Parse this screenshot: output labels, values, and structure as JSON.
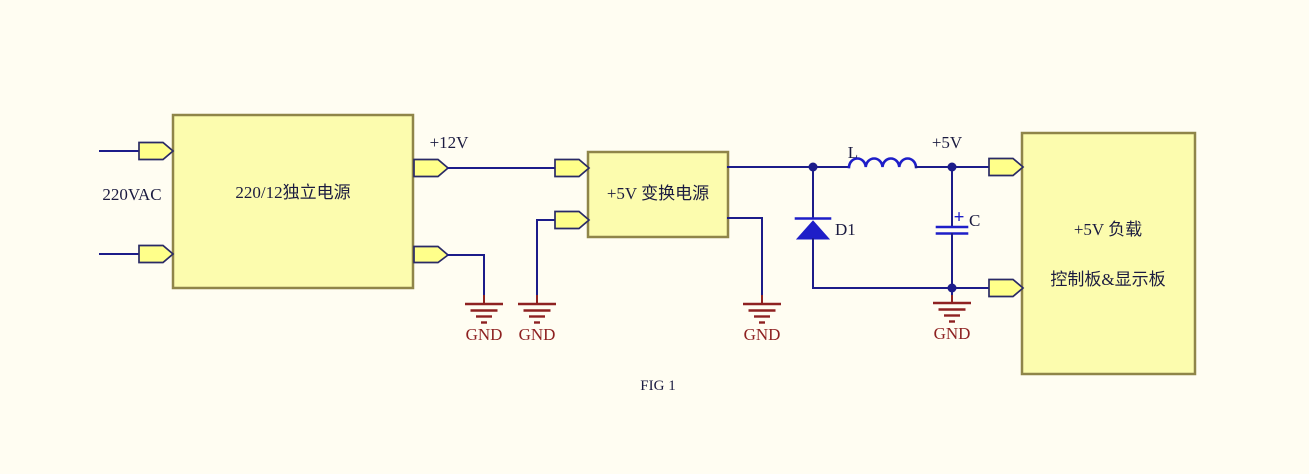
{
  "figure": {
    "caption": "FIG 1"
  },
  "colors": {
    "background": "#fffdf2",
    "block_fill": "#fcfcae",
    "block_border": "#8f8549",
    "connector_fill": "#ffff8a",
    "connector_border": "#2a2a66",
    "wire": "#1c1c8a",
    "component": "#1e1ec8",
    "ground": "#8e2121",
    "label": "#1b1b40"
  },
  "blocks": {
    "psu_220_12": {
      "label": "220/12独立电源"
    },
    "converter_5v": {
      "label": "+5V  变换电源"
    },
    "load_5v": {
      "line1": "+5V  负载",
      "line2": "控制板&显示板"
    }
  },
  "nets": {
    "ac_input": "220VAC",
    "rail_12v": "+12V",
    "rail_5v": "+5V"
  },
  "components": {
    "inductor": "L",
    "diode": "D1",
    "capacitor_polarity": "+",
    "capacitor": "C"
  },
  "ground_label": "GND"
}
